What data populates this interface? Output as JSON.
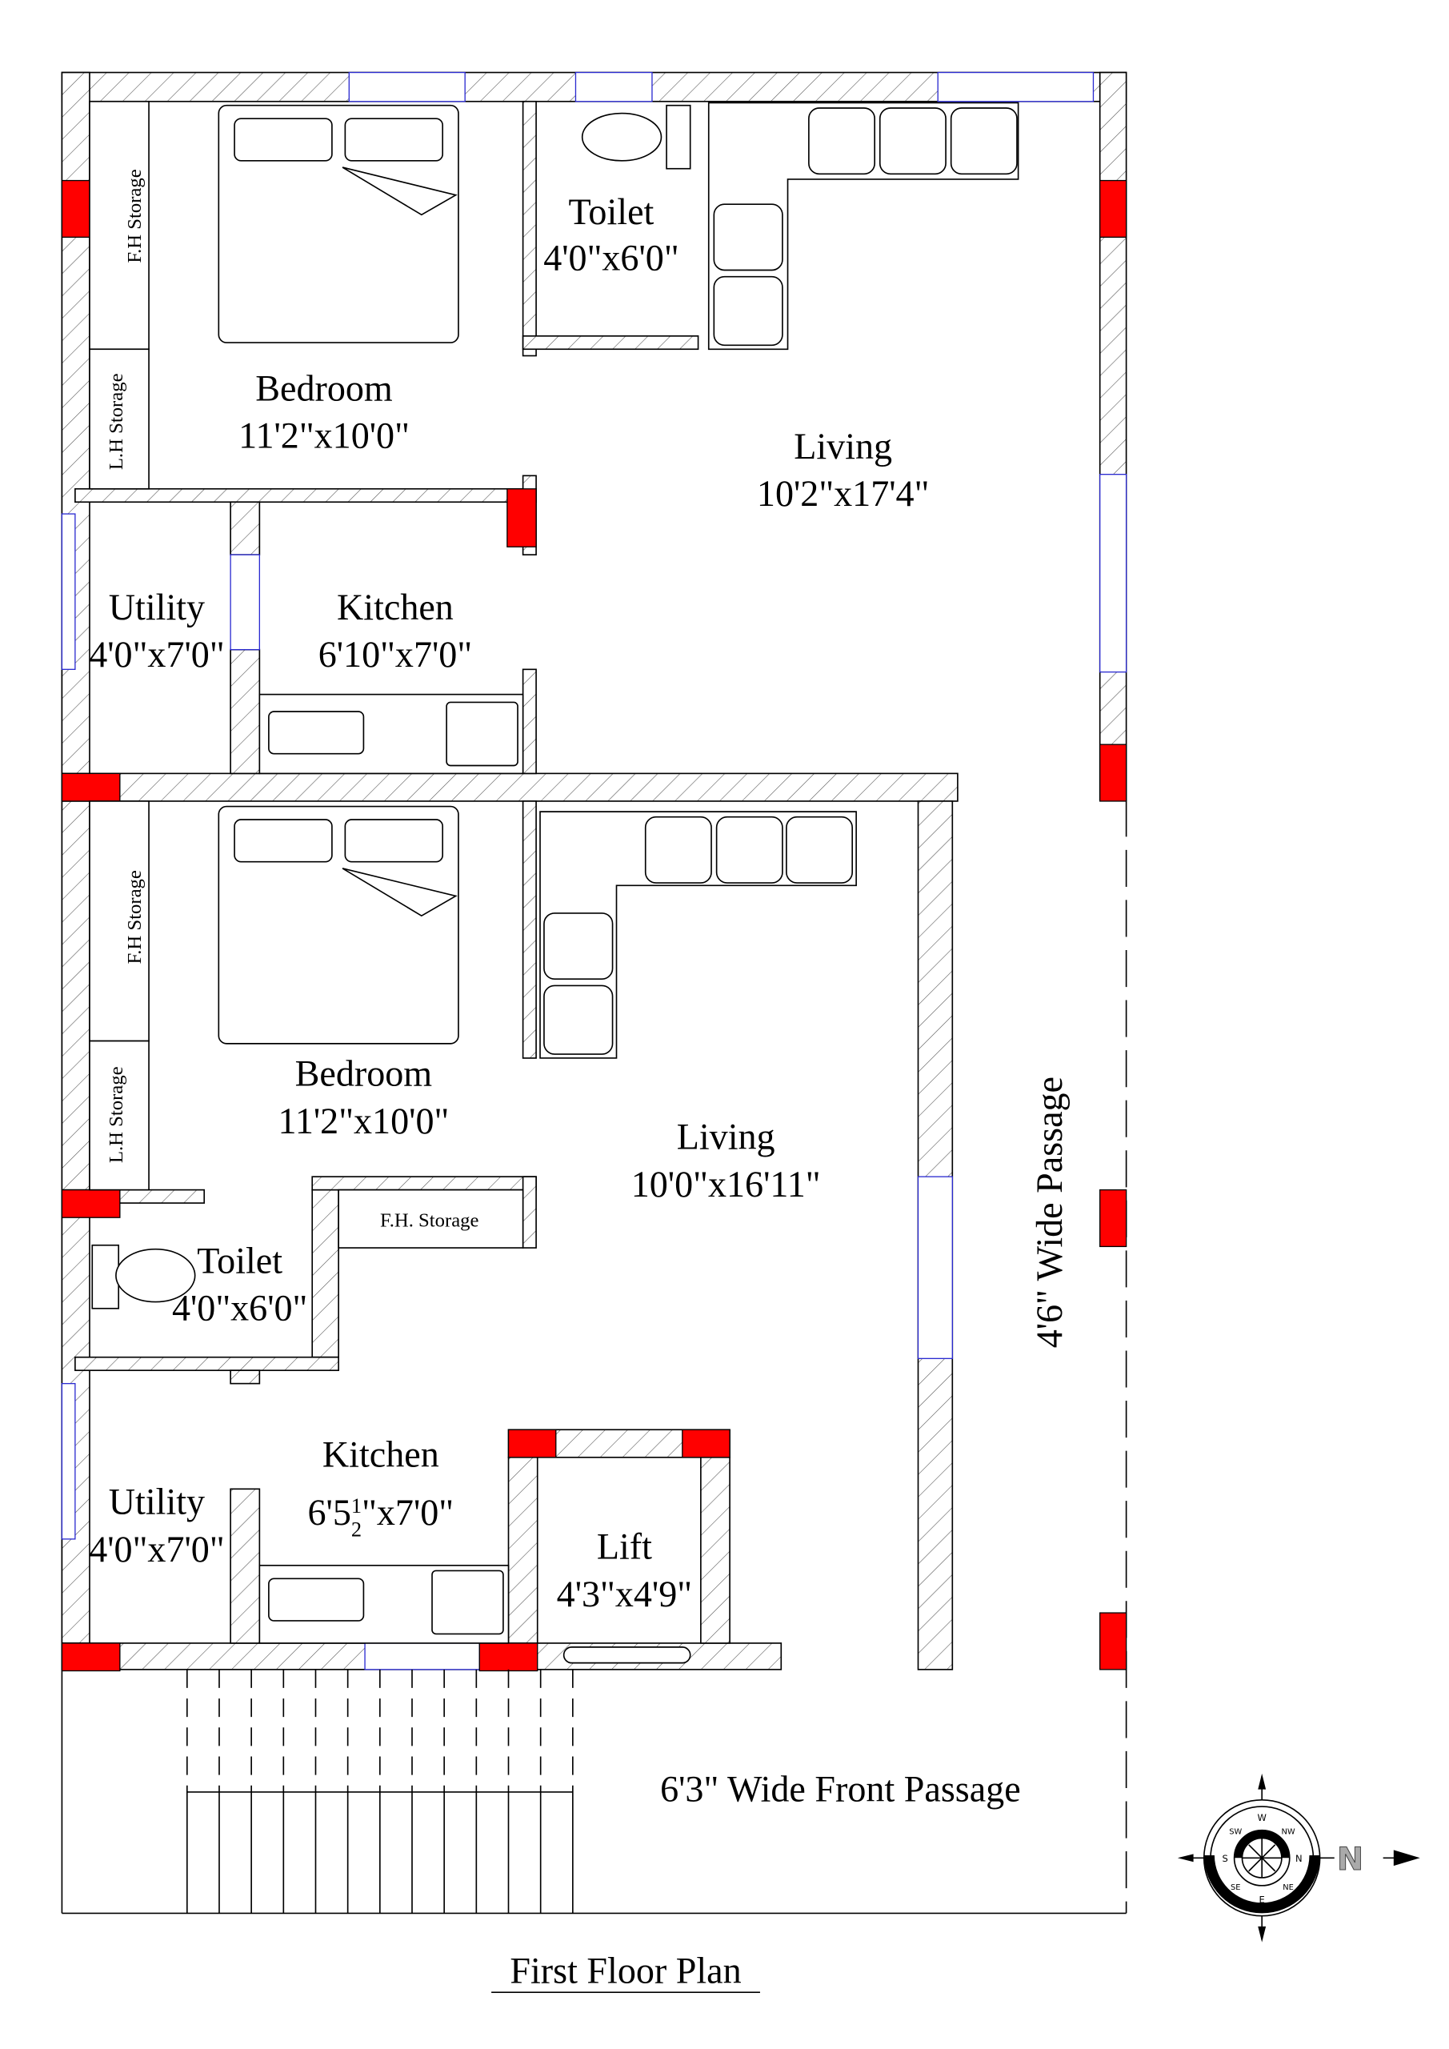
{
  "title": "First Floor Plan",
  "rooms": {
    "upper": {
      "bedroom": {
        "name": "Bedroom",
        "size": "11'2\"x10'0\""
      },
      "toilet": {
        "name": "Toilet",
        "size": "4'0\"x6'0\""
      },
      "living": {
        "name": "Living",
        "size": "10'2\"x17'4\""
      },
      "utility": {
        "name": "Utility",
        "size": "4'0\"x7'0\""
      },
      "kitchen": {
        "name": "Kitchen",
        "size": "6'10\"x7'0\""
      },
      "fh_storage": "F.H Storage",
      "lh_storage": "L.H Storage"
    },
    "lower": {
      "bedroom": {
        "name": "Bedroom",
        "size": "11'2\"x10'0\""
      },
      "living": {
        "name": "Living",
        "size": "10'0\"x16'11\""
      },
      "toilet": {
        "name": "Toilet",
        "size": "4'0\"x6'0\""
      },
      "utility": {
        "name": "Utility",
        "size": "4'0\"x7'0\""
      },
      "kitchen": {
        "name": "Kitchen",
        "size_main": "6'5",
        "size_frac_num": "1",
        "size_frac_den": "2",
        "size_rest": "\"x7'0\""
      },
      "lift": {
        "name": "Lift",
        "size": "4'3\"x4'9\""
      },
      "fh_storage": "F.H Storage",
      "lh_storage": "L.H Storage",
      "fh_storage_2": "F.H. Storage"
    }
  },
  "passages": {
    "side": "4'6\" Wide Passage",
    "front": "6'3\" Wide Front Passage"
  },
  "compass": {
    "north_label": "N",
    "directions": [
      "W",
      "NW",
      "N",
      "NE",
      "E",
      "SE",
      "S",
      "SW"
    ]
  },
  "colors": {
    "column": "#ff0000",
    "window": "#2a2ad0"
  }
}
